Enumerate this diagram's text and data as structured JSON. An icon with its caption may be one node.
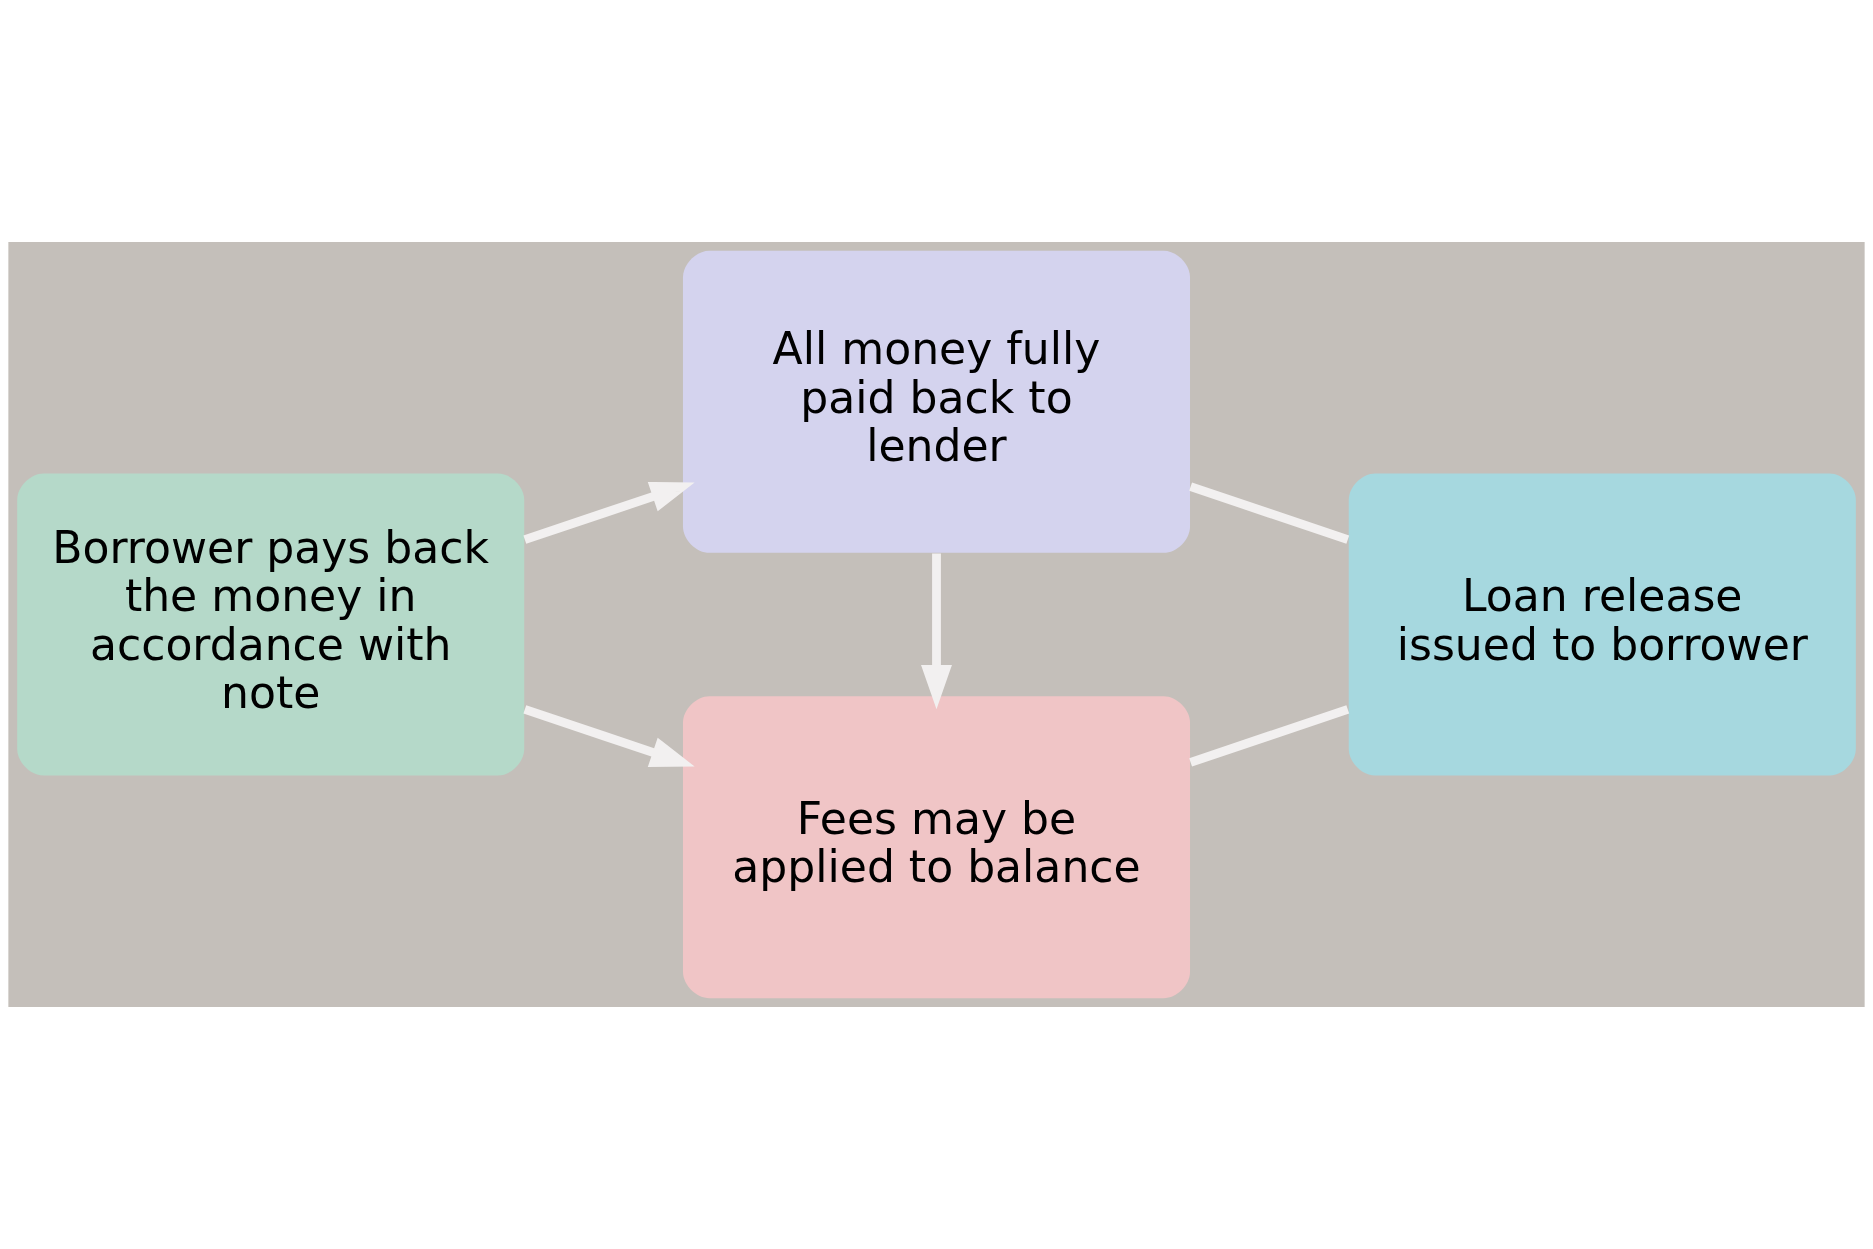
{
  "diagram": {
    "nodes": [
      {
        "text": [
          "Fees may be applied to balance"
        ]
      },
      {
        "text": [
          "Borrower pays back the money in accordance with note"
        ]
      },
      {
        "text": [
          "Loan release issued to borrower"
        ]
      },
      {
        "text": [
          "All money fully paid back to lender"
        ]
      }
    ],
    "edges": [
      {
        "from": 0,
        "to": 2,
        "arrow": "none"
      },
      {
        "from": 2,
        "to": 3,
        "arrow": "none"
      },
      {
        "from": 3,
        "to": 0,
        "arrow": "to"
      },
      {
        "from": 1,
        "to": 0,
        "arrow": "to"
      },
      {
        "from": 1,
        "to": 3,
        "arrow": "to"
      }
    ]
  }
}
